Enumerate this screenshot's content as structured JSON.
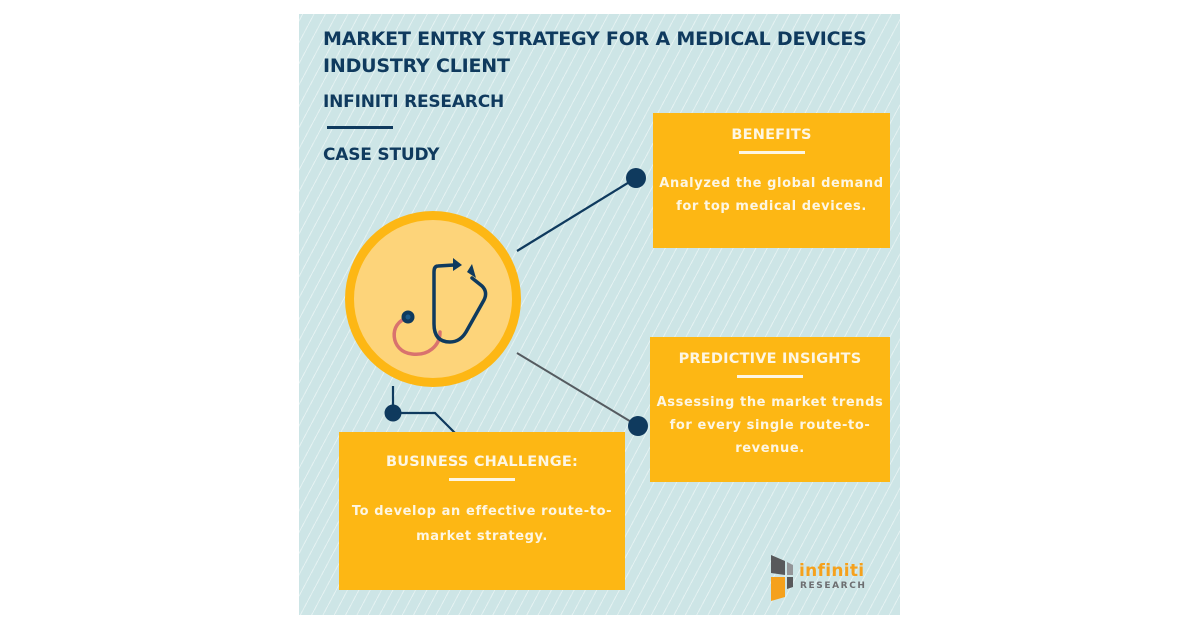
{
  "header": {
    "title": "MARKET ENTRY STRATEGY FOR A MEDICAL DEVICES INDUSTRY CLIENT",
    "organization": "INFINITI RESEARCH",
    "label": "CASE STUDY"
  },
  "cards": {
    "benefits": {
      "heading": "BENEFITS",
      "body": "Analyzed the global demand for top medical devices."
    },
    "insights": {
      "heading": "PREDICTIVE INSIGHTS",
      "body": "Assessing the market trends for every single route-to-revenue."
    },
    "challenge": {
      "heading": "BUSINESS CHALLENGE:",
      "body": "To develop an effective route-to-market strategy."
    }
  },
  "center_icon": "stethoscope-icon",
  "logo": {
    "word": "infiniti",
    "sub": "RESEARCH"
  },
  "colors": {
    "background": "#cde5e6",
    "navy": "#0f3a5e",
    "card": "#fdb714",
    "circle_fill": "#fdd47a",
    "card_text": "#fdf6e3",
    "tube_pink": "#d9726e",
    "logo_orange": "#f5a11c",
    "logo_gray": "#6d6e71"
  }
}
